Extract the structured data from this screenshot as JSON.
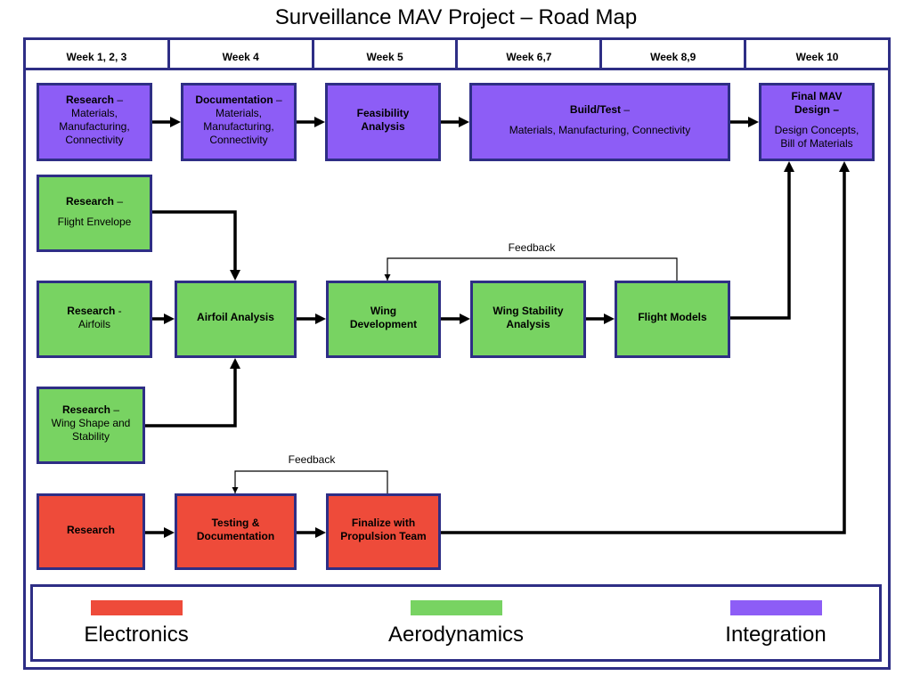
{
  "title": "Surveillance MAV Project – Road Map",
  "weeks": [
    "Week 1, 2, 3",
    "Week 4",
    "Week 5",
    "Week 6,7",
    "Week 8,9",
    "Week 10"
  ],
  "style": {
    "border_color": "#2e2e85",
    "connector_color": "#000000"
  },
  "groups": {
    "electronics": {
      "label": "Electronics",
      "color": "#ee4b3a",
      "nodes": {
        "research": {
          "title": "Research"
        },
        "testing_documentation": {
          "title": "Testing & Documentation"
        },
        "finalize_propulsion": {
          "title": "Finalize with Propulsion Team"
        }
      }
    },
    "aerodynamics": {
      "label": "Aerodynamics",
      "color": "#78d362",
      "nodes": {
        "research_flight_envelope": {
          "title": "Research",
          "dash": " –",
          "body": "Flight Envelope"
        },
        "research_airfoils": {
          "title": "Research",
          "dash": " -",
          "body": "Airfoils"
        },
        "research_wing_shape": {
          "title": "Research",
          "dash": " –",
          "body": "Wing Shape and Stability"
        },
        "airfoil_analysis": {
          "title": "Airfoil Analysis"
        },
        "wing_development": {
          "title": "Wing Development"
        },
        "wing_stability_analysis": {
          "title": "Wing Stability Analysis"
        },
        "flight_models": {
          "title": "Flight Models"
        }
      }
    },
    "integration": {
      "label": "Integration",
      "color": "#8d5df6",
      "nodes": {
        "research": {
          "title": "Research",
          "dash": " –",
          "body": "Materials, Manufacturing, Connectivity"
        },
        "documentation": {
          "title": "Documentation",
          "dash": " –",
          "body": "Materials, Manufacturing, Connectivity"
        },
        "feasibility_analysis": {
          "title": "Feasibility Analysis"
        },
        "build_test": {
          "title": "Build/Test",
          "dash": " –",
          "body": "Materials, Manufacturing, Connectivity"
        },
        "final_mav_design": {
          "title": "Final MAV Design",
          "dash": " –",
          "body": "Design Concepts, Bill of Materials"
        }
      }
    }
  },
  "feedback": {
    "aerodynamics_label": "Feedback",
    "electronics_label": "Feedback"
  }
}
